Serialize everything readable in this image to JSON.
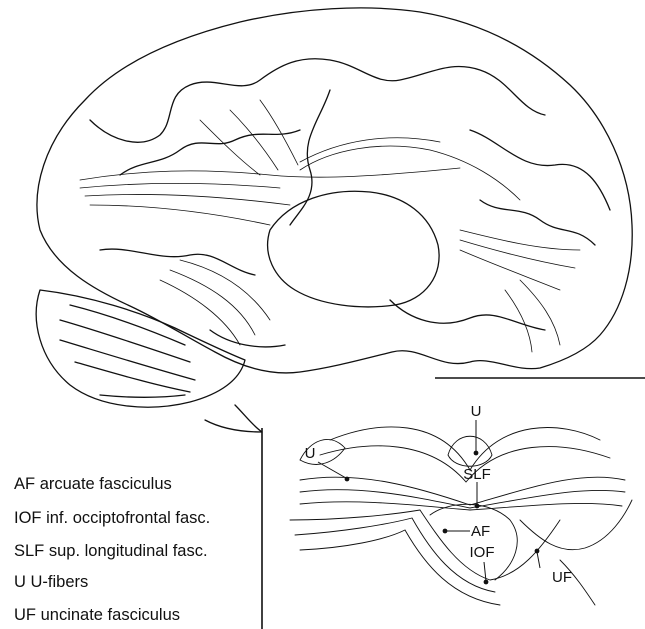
{
  "inset_labels": {
    "u_top": "U",
    "u_left": "U",
    "slf": "SLF",
    "af": "AF",
    "iof": "IOF",
    "uf": "UF"
  },
  "legend": [
    {
      "abbr": "AF",
      "text": "arcuate fasciculus"
    },
    {
      "abbr": "IOF",
      "text": "inf. occiptofrontal fasc."
    },
    {
      "abbr": "SLF",
      "text": "sup. longitudinal fasc."
    },
    {
      "abbr": "U",
      "text": "U-fibers"
    },
    {
      "abbr": "UF",
      "text": "uncinate fasciculus"
    }
  ],
  "colors": {
    "ink": "#111111",
    "background": "#ffffff"
  }
}
